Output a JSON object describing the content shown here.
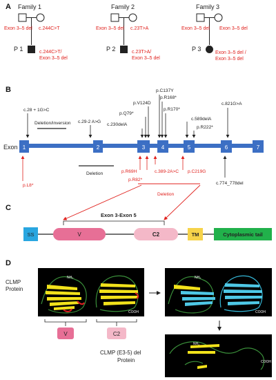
{
  "panels": {
    "a": "A",
    "b": "B",
    "c": "C",
    "d": "D"
  },
  "pedigree": {
    "families": [
      {
        "name": "Family 1",
        "father_genotype": "Exon 3–5 del",
        "mother_genotype": "c.244C>T",
        "proband": "P 1",
        "proband_genotype_line1": "c.244C>T/",
        "proband_genotype_line2": "Exon 3–5 del"
      },
      {
        "name": "Family 2",
        "father_genotype": "Exon 3–5 del",
        "mother_genotype": "c.23T>A",
        "proband": "P 2",
        "proband_genotype_line1": "c.23T>A/",
        "proband_genotype_line2": "Exon 3–5 del"
      },
      {
        "name": "Family 3",
        "father_genotype": "Exon 3–5 del",
        "mother_genotype": "Exon 3–5 del",
        "proband": "P 3",
        "proband_genotype_line1": "Exon 3–5 del /",
        "proband_genotype_line2": "Exon 3–5 del"
      }
    ]
  },
  "gene": {
    "exon_label": "Exon",
    "exons": [
      "1",
      "2",
      "3",
      "4",
      "5",
      "6",
      "7"
    ],
    "variants_above": {
      "c28": "c.28 + 1G>C",
      "deletion_inversion": "Deletion/inversion",
      "c29": "c.29-2 A>G",
      "c230": "c.230delA",
      "q79": "p.Q79*",
      "v124": "p.V124D",
      "c137": "p.C137Y",
      "r168": "p.R168*",
      "r170": "p.R170*",
      "c589": "c.589delA",
      "r222": "p.R222*",
      "c821": "c.821G>A"
    },
    "variants_below": {
      "deletion": "Deletion",
      "l8": "p.L8*",
      "r69h": "p.R69H",
      "r82": "p.R82*",
      "c389": "c.389-2A>C",
      "c219g": "p.C219G",
      "c774": "c.774_778del",
      "deletion_red": "Deletion"
    }
  },
  "protein_domains": {
    "bracket_label": "Exon 3-Exon 5",
    "domains": [
      "SS",
      "V",
      "C2",
      "TM",
      "Cytoplasmic tail"
    ],
    "colors": {
      "ss": "#29a6e0",
      "v": "#e76f96",
      "c2": "#f4b8c8",
      "tm": "#f6d34a",
      "tail": "#21b14b",
      "exon": "#3c6fc4",
      "red": "#e0201c"
    }
  },
  "structure": {
    "clmp_line1": "CLMP",
    "clmp_line2": "Protein",
    "nh2": "NH₂",
    "cooh": "COOH",
    "v_label": "V",
    "c2_label": "C2",
    "del_line1": "CLMP (E3-5) del",
    "del_line2": "Protein"
  }
}
